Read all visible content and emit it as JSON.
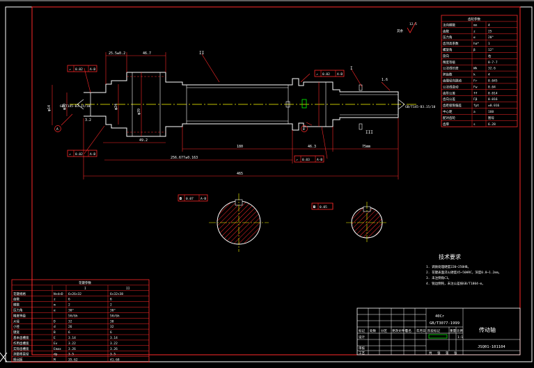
{
  "drawing": {
    "spindle_labels": {
      "I": "I",
      "II": "II",
      "III": "III"
    },
    "datum_labels": {
      "a": "A",
      "b": "B"
    },
    "tolerance_frames": [
      {
        "id": "runout-left-top",
        "symbol": "↗",
        "value": "0.02",
        "datum": "A-B"
      },
      {
        "id": "runout-left-bottom",
        "symbol": "↗",
        "value": "0.02",
        "datum": "A-B"
      },
      {
        "id": "runout-right-top",
        "symbol": "↗",
        "value": "0.02",
        "datum": "A-B"
      },
      {
        "id": "runout-right-bottom",
        "symbol": "↗",
        "value": "0.03",
        "datum": "A-B"
      },
      {
        "id": "section-left",
        "symbol": "◘",
        "value": "0.07",
        "datum": "A-B"
      },
      {
        "id": "section-right",
        "symbol": "◘",
        "value": "0.05",
        "datum": ""
      }
    ],
    "dimensions": {
      "top_a": "25.5±0.2",
      "top_b": "46.7",
      "left_dia": "φ14",
      "left_dia2": "φ20",
      "mid_dia": "φ39",
      "shaft_dia": "φ24",
      "len_ii": "180",
      "len_total_a": "256.677±0.163",
      "len_total": "465",
      "len_iii": "46.3",
      "len_right": "75mm",
      "len_small": "49.2",
      "roughness_a": "1.6",
      "roughness_b": "3.2",
      "center_left": "GB/T145-B3.15/10",
      "center_right": "GB/T145-B3.15/10"
    },
    "roughness_note": "其余",
    "roughness_symbol": "12.5"
  },
  "param_table_top": {
    "title": "齿轮参数",
    "rows": [
      [
        "法向模数",
        "mn",
        "4"
      ],
      [
        "齿数",
        "z",
        "25"
      ],
      [
        "压力角",
        "α",
        "20°"
      ],
      [
        "齿顶高系数",
        "ha*",
        "1"
      ],
      [
        "螺旋角",
        "β",
        "12°"
      ],
      [
        "旋向",
        "",
        "右"
      ],
      [
        "精度等级",
        "",
        "8-7-7"
      ],
      [
        "公法线长度",
        "Wk",
        "32.6"
      ],
      [
        "跨齿数",
        "k",
        "4"
      ],
      [
        "齿圈径向跳动",
        "Fr",
        "0.045"
      ],
      [
        "公法线变动",
        "Fw",
        "0.04"
      ],
      [
        "齿形公差",
        "ff",
        "0.014"
      ],
      [
        "齿向公差",
        "Fβ",
        "0.016"
      ],
      [
        "齿距极限偏差",
        "fpt",
        "±0.016"
      ],
      [
        "中心距",
        "a",
        "160"
      ],
      [
        "配对齿轮",
        "",
        "图号"
      ],
      [
        "齿厚",
        "s",
        "6.28"
      ]
    ]
  },
  "param_table_bottom": {
    "title": "花键参数",
    "cols": [
      "I",
      "II"
    ],
    "rows": [
      [
        "花键规格",
        "N×d×D",
        "6×26×32",
        "6×32×38"
      ],
      [
        "齿数",
        "z",
        "6",
        "6"
      ],
      [
        "模数",
        "m",
        "2",
        "2"
      ],
      [
        "压力角",
        "α",
        "30°",
        "30°"
      ],
      [
        "精度等级",
        "",
        "5H/6h",
        "5H/6h"
      ],
      [
        "大径",
        "D",
        "32",
        "38"
      ],
      [
        "小径",
        "d",
        "26",
        "32"
      ],
      [
        "键宽",
        "B",
        "6",
        "6"
      ],
      [
        "基本齿槽宽",
        "E",
        "3.14",
        "3.14"
      ],
      [
        "作用齿槽宽",
        "Ev",
        "3.22",
        "3.22"
      ],
      [
        "实际齿槽宽",
        "Emax",
        "3.26",
        "3.26"
      ],
      [
        "测量棒直径",
        "dp",
        "3.5",
        "3.5"
      ],
      [
        "棒间距",
        "M",
        "35.62",
        "41.68"
      ]
    ]
  },
  "tech_notes": {
    "title": "技术要求",
    "items": [
      "1. 调质处理硬度220~250HB。",
      "2. 花键表面淬火硬度45~50HRC，深度0.8~1.2mm。",
      "3. 未注倒角C1。",
      "4. 锐边倒钝，未注公差按GB/T1804-m。"
    ]
  },
  "title_block": {
    "material": "40Cr",
    "standard": "GB/T3077-1999",
    "part_name": "传动轴",
    "drawing_no": "JSQ01-101104",
    "scale": "1:1",
    "headers": [
      "标记",
      "处数",
      "分区",
      "更改文件号",
      "签名",
      "年月日"
    ],
    "roles": [
      "设计",
      "审核",
      "工艺"
    ],
    "stage_labels": [
      "阶段标记",
      "重量",
      "比例"
    ],
    "sheet_labels": [
      "共",
      "张",
      "第",
      "张"
    ]
  },
  "colors": {
    "background": "#000000",
    "line_red": "#ff0000",
    "line_white": "#ffffff",
    "center_line": "#ffff00",
    "green_marker": "#00ff00",
    "cyan_accent": "#00ffff"
  }
}
